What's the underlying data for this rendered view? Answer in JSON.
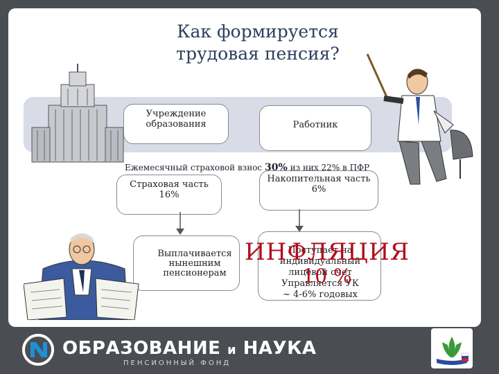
{
  "slide": {
    "title_line1": "Как формируется",
    "title_line2": "трудовая пенсия?"
  },
  "diagram": {
    "employer": "Учреждение образования",
    "worker": "Работник",
    "contribution_prefix": "Ежемесячный страховой взнос",
    "contribution_pct": "30%",
    "contribution_suffix": "из них 22% в ПФР",
    "insurance_part": "Страховая часть 16%",
    "funded_part": "Накопительная часть 6%",
    "paid_to": "Выплачивается нынешним пенсионерам",
    "fund_line1": "Поступает на",
    "fund_line2": "индивидуальный",
    "fund_line3": "лицевой счет",
    "fund_line4": "Управляется УК",
    "fund_line5": "~ 4-6% годовых",
    "inflation": "ИНФЛЯЦИЯ",
    "inflation_pct": "10 %"
  },
  "footer": {
    "brand_main": "ОБРАЗОВАНИЕ",
    "brand_and": "и",
    "brand_end": "НАУКА",
    "brand_sub": "ПЕНСИОННЫЙ ФОНД"
  },
  "colors": {
    "title": "#2b3f5c",
    "inflation": "#b10d1d",
    "footer_bg": "#4a4d52",
    "logo_blue": "#1f8fd6",
    "emblem_green": "#3a9a3a"
  }
}
